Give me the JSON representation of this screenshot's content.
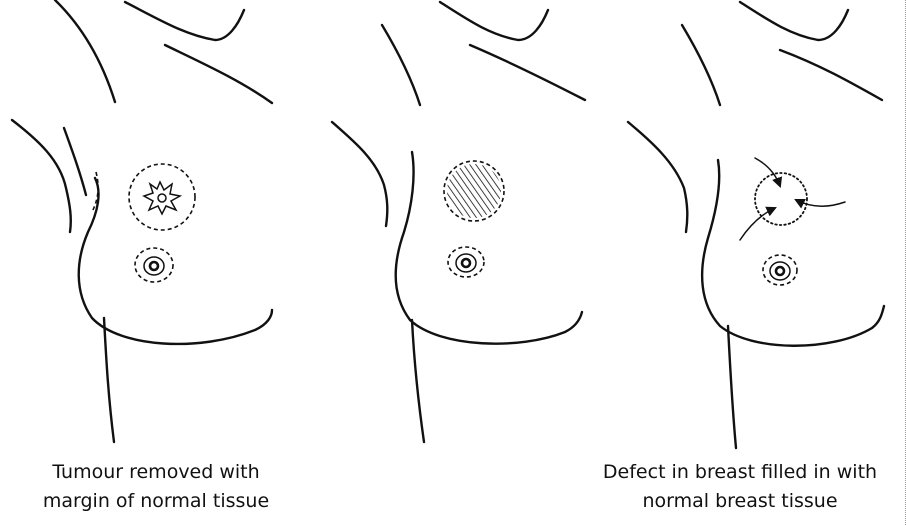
{
  "captions": {
    "panel1": {
      "line1": "Tumour removed with",
      "line2": "margin of normal tissue"
    },
    "panel3": {
      "line1": "Defect in breast filled in with",
      "line2": "normal breast tissue"
    }
  },
  "colors": {
    "line": "#111111",
    "background": "#ffffff"
  }
}
